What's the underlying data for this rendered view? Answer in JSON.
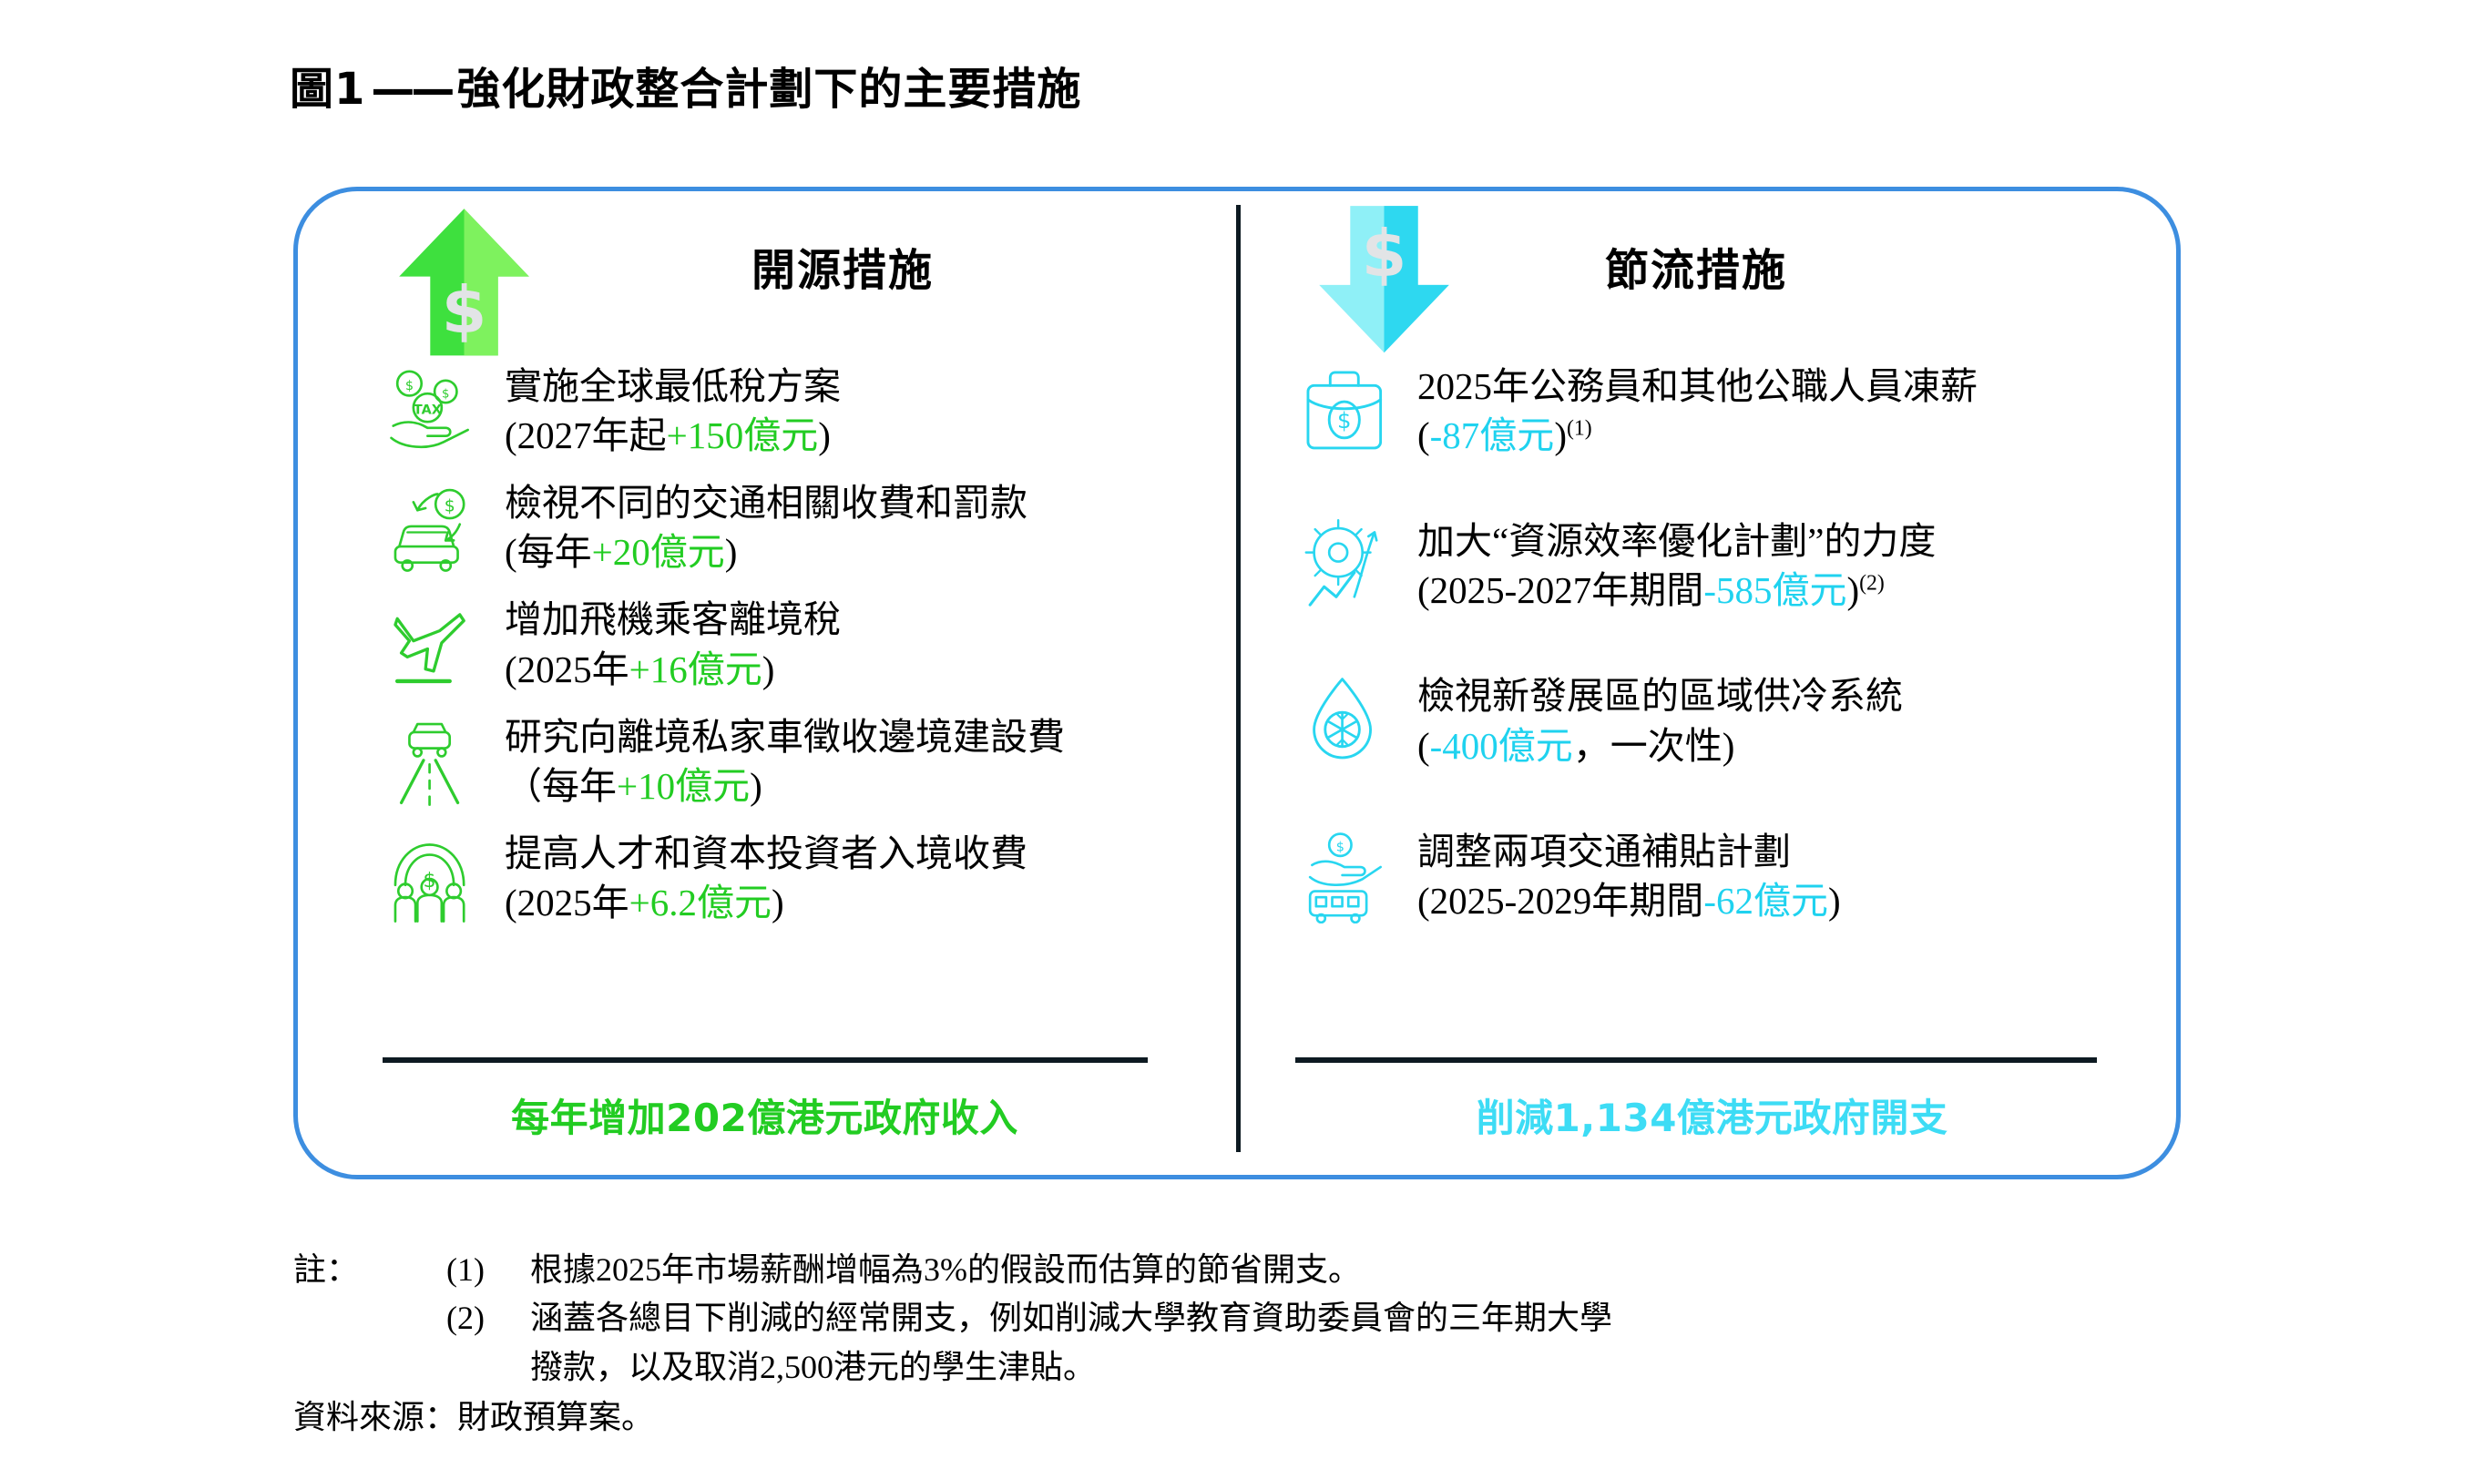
{
  "title": {
    "figure_label": "圖1",
    "dash": "——",
    "text": "強化財政整合計劃下的主要措施"
  },
  "colors": {
    "revenue_green": "#22cc22",
    "saving_cyan": "#1fd2ef",
    "panel_border_blue": "#3d8ee0",
    "divider_dark": "#0d1a22"
  },
  "left_column": {
    "icon": "arrow-up-dollar-icon",
    "heading": "開源措施",
    "items": [
      {
        "icon": "tax-coins-hand-icon",
        "line1": "實施全球最低稅方案",
        "line2_pre": "(2027年起",
        "line2_amount": "+150億元",
        "line2_post": ")"
      },
      {
        "icon": "car-dollar-icon",
        "line1": "檢視不同的交通相關收費和罰款",
        "line2_pre": "(每年",
        "line2_amount": "+20億元",
        "line2_post": ")"
      },
      {
        "icon": "airplane-icon",
        "line1": "增加飛機乘客離境稅",
        "line2_pre": "(2025年",
        "line2_amount": "+16億元",
        "line2_post": ")"
      },
      {
        "icon": "border-road-car-icon",
        "line1": "研究向離境私家車徵收邊境建設費",
        "line2_pre": "（每年",
        "line2_amount": "+10億元",
        "line2_post": ")"
      },
      {
        "icon": "immigration-people-icon",
        "line1": "提高人才和資本投資者入境收費",
        "line2_pre": "(2025年",
        "line2_amount": "+6.2億元",
        "line2_post": ")"
      }
    ],
    "summary": "每年增加202億港元政府收入"
  },
  "right_column": {
    "icon": "arrow-down-dollar-icon",
    "heading": "節流措施",
    "items": [
      {
        "icon": "briefcase-dollar-icon",
        "line1": "2025年公務員和其他公職人員凍薪",
        "line2_pre": "(",
        "line2_amount": "-87億元",
        "line2_post": ")",
        "footnote": "(1)"
      },
      {
        "icon": "gear-efficiency-icon",
        "line1": "加大“資源效率優化計劃”的力度",
        "line2_pre": "(2025-2027年期間",
        "line2_amount": "-585億元",
        "line2_post": ")",
        "footnote": "(2)"
      },
      {
        "icon": "water-drop-snowflake-icon",
        "line1": "檢視新發展區的區域供冷系統",
        "line2_pre": "(",
        "line2_amount": "-400億元",
        "line2_post": "，一次性)",
        "footnote": ""
      },
      {
        "icon": "bus-subsidy-icon",
        "line1": "調整兩項交通補貼計劃",
        "line2_pre": "(2025-2029年期間",
        "line2_amount": "-62億元",
        "line2_post": ")",
        "footnote": ""
      }
    ],
    "summary": "削減1,134億港元政府開支"
  },
  "notes": {
    "label": "註：",
    "items": [
      {
        "num": "(1)",
        "text": "根據2025年市場薪酬增幅為3%的假設而估算的節省開支。"
      },
      {
        "num": "(2)",
        "text": "涵蓋各總目下削減的經常開支，例如削減大學教育資助委員會的三年期大學",
        "text_cont": "撥款，以及取消2,500港元的學生津貼。"
      }
    ],
    "source": "資料來源：財政預算案。"
  }
}
